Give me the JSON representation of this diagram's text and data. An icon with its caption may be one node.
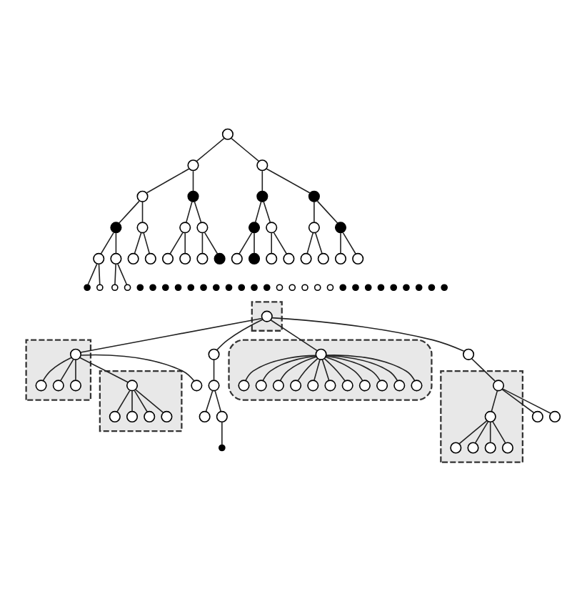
{
  "diagram": {
    "nodes": [
      {
        "text": [],
        "shape": "circle"
      },
      {
        "text": [],
        "shape": "circle"
      },
      {
        "text": [],
        "shape": "circle"
      },
      {
        "text": [],
        "shape": "circle"
      },
      {
        "text": [],
        "shape": "circle"
      },
      {
        "text": [],
        "shape": "circle"
      },
      {
        "text": [],
        "shape": "circle"
      },
      {
        "text": [],
        "shape": "circle"
      },
      {
        "text": [],
        "shape": "circle"
      },
      {
        "text": [],
        "shape": "circle"
      },
      {
        "text": [],
        "shape": "circle"
      },
      {
        "text": [],
        "shape": "circle"
      },
      {
        "text": [],
        "shape": "circle"
      },
      {
        "text": [],
        "shape": "circle"
      },
      {
        "text": [],
        "shape": "circle"
      },
      {
        "text": [],
        "shape": "circle"
      },
      {
        "text": [],
        "shape": "circle"
      },
      {
        "text": [],
        "shape": "circle"
      },
      {
        "text": [],
        "shape": "circle"
      },
      {
        "text": [],
        "shape": "circle"
      },
      {
        "text": [],
        "shape": "circle"
      },
      {
        "text": [],
        "shape": "circle"
      },
      {
        "text": [],
        "shape": "circle"
      },
      {
        "text": [],
        "shape": "circle"
      },
      {
        "text": [],
        "shape": "circle"
      },
      {
        "text": [],
        "shape": "circle"
      },
      {
        "text": [],
        "shape": "circle"
      },
      {
        "text": [],
        "shape": "circle"
      },
      {
        "text": [],
        "shape": "circle"
      },
      {
        "text": [],
        "shape": "circle"
      },
      {
        "text": [],
        "shape": "circle"
      },
      {
        "text": [],
        "shape": "circle"
      },
      {
        "text": [],
        "shape": "circle"
      },
      {
        "text": [],
        "shape": "circle"
      },
      {
        "text": [],
        "shape": "circle"
      },
      {
        "text": [],
        "shape": "circle"
      },
      {
        "text": [],
        "shape": "circle"
      },
      {
        "text": [],
        "shape": "circle"
      },
      {
        "text": [],
        "shape": "circle"
      },
      {
        "text": [],
        "shape": "circle"
      },
      {
        "text": [],
        "shape": "circle"
      },
      {
        "text": [],
        "shape": "circle"
      },
      {
        "text": [],
        "shape": "circle"
      },
      {
        "text": [],
        "shape": "circle"
      },
      {
        "text": [],
        "shape": "circle"
      },
      {
        "text": [],
        "shape": "circle"
      },
      {
        "text": [],
        "shape": "circle"
      },
      {
        "text": [],
        "shape": "circle"
      },
      {
        "text": [],
        "shape": "circle"
      },
      {
        "text": [],
        "shape": "circle"
      },
      {
        "text": [],
        "shape": "circle"
      },
      {
        "text": [],
        "shape": "circle"
      },
      {
        "text": [],
        "shape": "circle"
      },
      {
        "text": [],
        "shape": "circle"
      },
      {
        "text": [],
        "shape": "circle"
      },
      {
        "text": [],
        "shape": "circle"
      },
      {
        "text": [],
        "shape": "circle"
      },
      {
        "text": [],
        "shape": "circle"
      },
      {
        "text": [],
        "shape": "circle"
      },
      {
        "text": [],
        "shape": "circle"
      },
      {
        "text": [],
        "shape": "triangle"
      },
      {
        "text": [],
        "shape": "circle",
        "in": 60
      },
      {
        "text": [],
        "shape": "circle"
      },
      {
        "text": [],
        "shape": "circle"
      },
      {
        "text": [],
        "shape": "circle"
      },
      {
        "text": [],
        "shape": "circle"
      },
      {
        "text": [],
        "shape": "circle"
      },
      {
        "text": [],
        "shape": "circle"
      },
      {
        "text": [],
        "shape": "triangle"
      },
      {
        "text": [],
        "shape": "circle",
        "in": 68
      },
      {
        "text": [],
        "shape": "circle"
      },
      {
        "text": [],
        "shape": "circle"
      },
      {
        "text": [],
        "shape": "circle",
        "in": 68
      },
      {
        "text": [],
        "shape": "circle",
        "in": 68
      },
      {
        "text": [],
        "shape": "circle",
        "in": 68
      },
      {
        "text": [],
        "shape": "circle",
        "in": 68
      },
      {
        "text": [],
        "shape": "circle",
        "in": 68
      },
      {
        "text": [],
        "shape": "triangle"
      },
      {
        "text": [],
        "shape": "circle",
        "in": 77
      },
      {
        "text": [],
        "shape": "circle",
        "in": 77
      },
      {
        "text": [],
        "shape": "circle",
        "in": 77
      },
      {
        "text": [],
        "shape": "circle",
        "in": 77
      },
      {
        "text": [],
        "shape": "triangle"
      },
      {
        "text": [],
        "shape": "circle",
        "in": 82
      },
      {
        "text": [],
        "shape": "circle",
        "in": 82
      },
      {
        "text": [],
        "shape": "circle",
        "in": 82
      },
      {
        "text": [],
        "shape": "circle",
        "in": 82
      },
      {
        "text": [],
        "shape": "circle",
        "in": 82
      },
      {
        "text": [],
        "shape": "circle"
      },
      {
        "text": [],
        "shape": "ellipse"
      },
      {
        "text": [],
        "shape": "circle",
        "in": 89
      },
      {
        "text": [],
        "shape": "circle",
        "in": 89
      },
      {
        "text": [],
        "shape": "circle",
        "in": 89
      },
      {
        "text": [],
        "shape": "circle",
        "in": 89
      },
      {
        "text": [],
        "shape": "circle",
        "in": 89
      },
      {
        "text": [],
        "shape": "circle",
        "in": 89
      },
      {
        "text": [],
        "shape": "circle",
        "in": 89
      },
      {
        "text": [],
        "shape": "circle",
        "in": 89
      },
      {
        "text": [],
        "shape": "circle",
        "in": 89
      },
      {
        "text": [],
        "shape": "circle",
        "in": 89
      },
      {
        "text": [],
        "shape": "circle",
        "in": 89
      },
      {
        "text": [],
        "shape": "circle",
        "in": 89
      }
    ],
    "edges": [
      {
        "from": 0,
        "to": 1,
        "arrow": "none"
      },
      {
        "from": 0,
        "to": 2,
        "arrow": "none"
      },
      {
        "from": 1,
        "to": 3,
        "arrow": "none"
      },
      {
        "from": 1,
        "to": 4,
        "arrow": "none"
      },
      {
        "from": 2,
        "to": 5,
        "arrow": "none"
      },
      {
        "from": 2,
        "to": 6,
        "arrow": "none"
      },
      {
        "from": 3,
        "to": 7,
        "arrow": "none"
      },
      {
        "from": 3,
        "to": 8,
        "arrow": "none"
      },
      {
        "from": 4,
        "to": 9,
        "arrow": "none"
      },
      {
        "from": 4,
        "to": 10,
        "arrow": "none"
      },
      {
        "from": 5,
        "to": 11,
        "arrow": "none"
      },
      {
        "from": 5,
        "to": 12,
        "arrow": "none"
      },
      {
        "from": 6,
        "to": 13,
        "arrow": "none"
      },
      {
        "from": 6,
        "to": 14,
        "arrow": "none"
      },
      {
        "from": 7,
        "to": 15,
        "arrow": "none"
      },
      {
        "from": 7,
        "to": 16,
        "arrow": "none"
      },
      {
        "from": 8,
        "to": 17,
        "arrow": "none"
      },
      {
        "from": 8,
        "to": 18,
        "arrow": "none"
      },
      {
        "from": 9,
        "to": 19,
        "arrow": "none"
      },
      {
        "from": 9,
        "to": 20,
        "arrow": "none"
      },
      {
        "from": 10,
        "to": 21,
        "arrow": "none"
      },
      {
        "from": 10,
        "to": 22,
        "arrow": "none"
      },
      {
        "from": 11,
        "to": 23,
        "arrow": "none"
      },
      {
        "from": 11,
        "to": 24,
        "arrow": "none"
      },
      {
        "from": 12,
        "to": 25,
        "arrow": "none"
      },
      {
        "from": 12,
        "to": 26,
        "arrow": "none"
      },
      {
        "from": 13,
        "to": 27,
        "arrow": "none"
      },
      {
        "from": 13,
        "to": 28,
        "arrow": "none"
      },
      {
        "from": 14,
        "to": 29,
        "arrow": "none"
      },
      {
        "from": 14,
        "to": 30,
        "arrow": "none"
      },
      {
        "from": 15,
        "to": 31,
        "arrow": "none"
      },
      {
        "from": 15,
        "to": 32,
        "arrow": "none"
      },
      {
        "from": 16,
        "to": 33,
        "arrow": "none"
      },
      {
        "from": 16,
        "to": 34,
        "arrow": "none"
      },
      {
        "from": 61,
        "to": 62,
        "arrow": "none"
      },
      {
        "from": 61,
        "to": 67,
        "arrow": "none"
      },
      {
        "from": 61,
        "to": 78,
        "arrow": "none"
      },
      {
        "from": 61,
        "to": 90,
        "arrow": "none"
      },
      {
        "from": 62,
        "to": 63,
        "arrow": "none"
      },
      {
        "from": 63,
        "to": 64,
        "arrow": "none"
      },
      {
        "from": 63,
        "to": 65,
        "arrow": "none"
      },
      {
        "from": 64,
        "to": 66,
        "arrow": "none"
      },
      {
        "from": 67,
        "to": 69,
        "arrow": "none"
      },
      {
        "from": 69,
        "to": 70,
        "arrow": "none"
      },
      {
        "from": 69,
        "to": 71,
        "arrow": "none"
      },
      {
        "from": 69,
        "to": 72,
        "arrow": "none"
      },
      {
        "from": 72,
        "to": 73,
        "arrow": "none"
      },
      {
        "from": 72,
        "to": 74,
        "arrow": "none"
      },
      {
        "from": 72,
        "to": 75,
        "arrow": "none"
      },
      {
        "from": 72,
        "to": 76,
        "arrow": "none"
      },
      {
        "from": 78,
        "to": 83,
        "arrow": "none"
      },
      {
        "from": 78,
        "to": 79,
        "arrow": "none"
      },
      {
        "from": 78,
        "to": 80,
        "arrow": "none"
      },
      {
        "from": 78,
        "to": 81,
        "arrow": "none"
      },
      {
        "from": 78,
        "to": 88,
        "arrow": "none"
      },
      {
        "from": 83,
        "to": 84,
        "arrow": "none"
      },
      {
        "from": 83,
        "to": 85,
        "arrow": "none"
      },
      {
        "from": 83,
        "to": 86,
        "arrow": "none"
      },
      {
        "from": 83,
        "to": 87,
        "arrow": "none"
      },
      {
        "from": 90,
        "to": 91,
        "arrow": "none"
      },
      {
        "from": 90,
        "to": 92,
        "arrow": "none"
      },
      {
        "from": 90,
        "to": 93,
        "arrow": "none"
      },
      {
        "from": 90,
        "to": 94,
        "arrow": "none"
      },
      {
        "from": 90,
        "to": 95,
        "arrow": "none"
      },
      {
        "from": 90,
        "to": 96,
        "arrow": "none"
      },
      {
        "from": 90,
        "to": 97,
        "arrow": "none"
      },
      {
        "from": 90,
        "to": 98,
        "arrow": "none"
      },
      {
        "from": 90,
        "to": 99,
        "arrow": "none"
      },
      {
        "from": 90,
        "to": 100,
        "arrow": "none"
      },
      {
        "from": 90,
        "to": 101,
        "arrow": "none"
      }
    ]
  }
}
